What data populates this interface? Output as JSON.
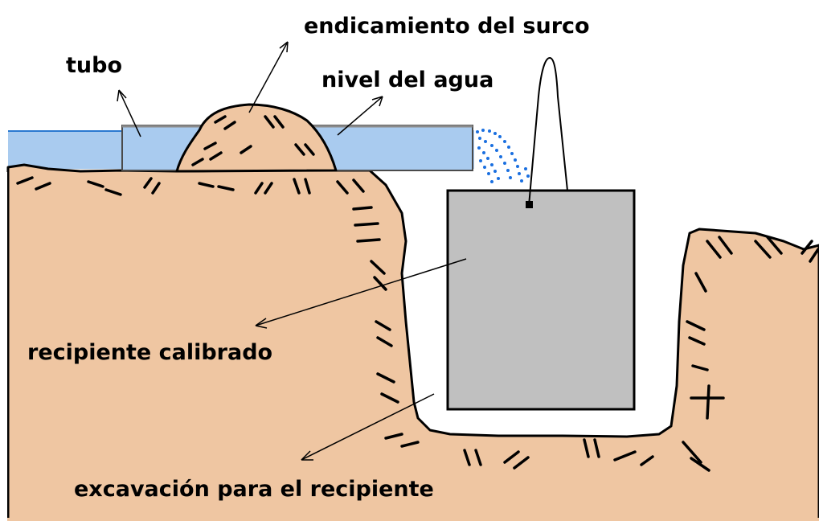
{
  "colors": {
    "soil": "#efc6a2",
    "water": "#a9cbef",
    "water_spray": "#1a6fe0",
    "container": "#c0c0c0",
    "outline": "#000000",
    "background": "#ffffff"
  },
  "labels": {
    "tubo": "tubo",
    "endicamiento": "endicamiento del surco",
    "nivel_agua": "nivel del agua",
    "recipiente": "recipiente calibrado",
    "excavacion": "excavación para el recipiente"
  }
}
